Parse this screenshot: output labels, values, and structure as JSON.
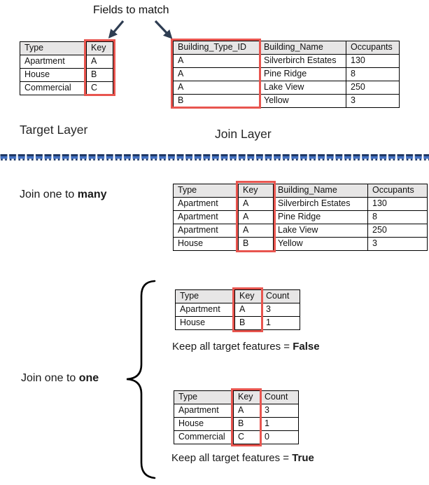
{
  "title": "Fields to match",
  "colors": {
    "highlight_red": "#E8554F",
    "arrow_navy": "#2E3D52",
    "divider_dark_blue": "#1F3864",
    "divider_light_blue": "#4472C4",
    "table_header_gray": "#E7E6E6"
  },
  "target_layer": {
    "label": "Target Layer",
    "table": {
      "headers": [
        "Type",
        "Key"
      ],
      "rows": [
        [
          "Apartment",
          "A"
        ],
        [
          "House",
          "B"
        ],
        [
          "Commercial",
          "C"
        ]
      ]
    }
  },
  "join_layer": {
    "label": "Join Layer",
    "table": {
      "headers": [
        "Building_Type_ID",
        "Building_Name",
        "Occupants"
      ],
      "rows": [
        [
          "A",
          "Silverbirch Estates",
          "130"
        ],
        [
          "A",
          "Pine Ridge",
          "8"
        ],
        [
          "A",
          "Lake View",
          "250"
        ],
        [
          "B",
          "Yellow",
          "3"
        ]
      ]
    }
  },
  "join_one_to_many": {
    "label_prefix": "Join one to ",
    "label_bold": "many",
    "table": {
      "headers": [
        "Type",
        "Key",
        "Building_Name",
        "Occupants"
      ],
      "rows": [
        [
          "Apartment",
          "A",
          "Silverbirch Estates",
          "130"
        ],
        [
          "Apartment",
          "A",
          "Pine Ridge",
          "8"
        ],
        [
          "Apartment",
          "A",
          "Lake View",
          "250"
        ],
        [
          "House",
          "B",
          "Yellow",
          "3"
        ]
      ]
    }
  },
  "join_one_to_one": {
    "label_prefix": "Join one to ",
    "label_bold": "one",
    "false_result": {
      "table": {
        "headers": [
          "Type",
          "Key",
          "Count"
        ],
        "rows": [
          [
            "Apartment",
            "A",
            "3"
          ],
          [
            "House",
            "B",
            "1"
          ]
        ]
      },
      "caption_prefix": "Keep all target features = ",
      "caption_bold": "False"
    },
    "true_result": {
      "table": {
        "headers": [
          "Type",
          "Key",
          "Count"
        ],
        "rows": [
          [
            "Apartment",
            "A",
            "3"
          ],
          [
            "House",
            "B",
            "1"
          ],
          [
            "Commercial",
            "C",
            "0"
          ]
        ]
      },
      "caption_prefix": "Keep all target features = ",
      "caption_bold": "True"
    }
  }
}
